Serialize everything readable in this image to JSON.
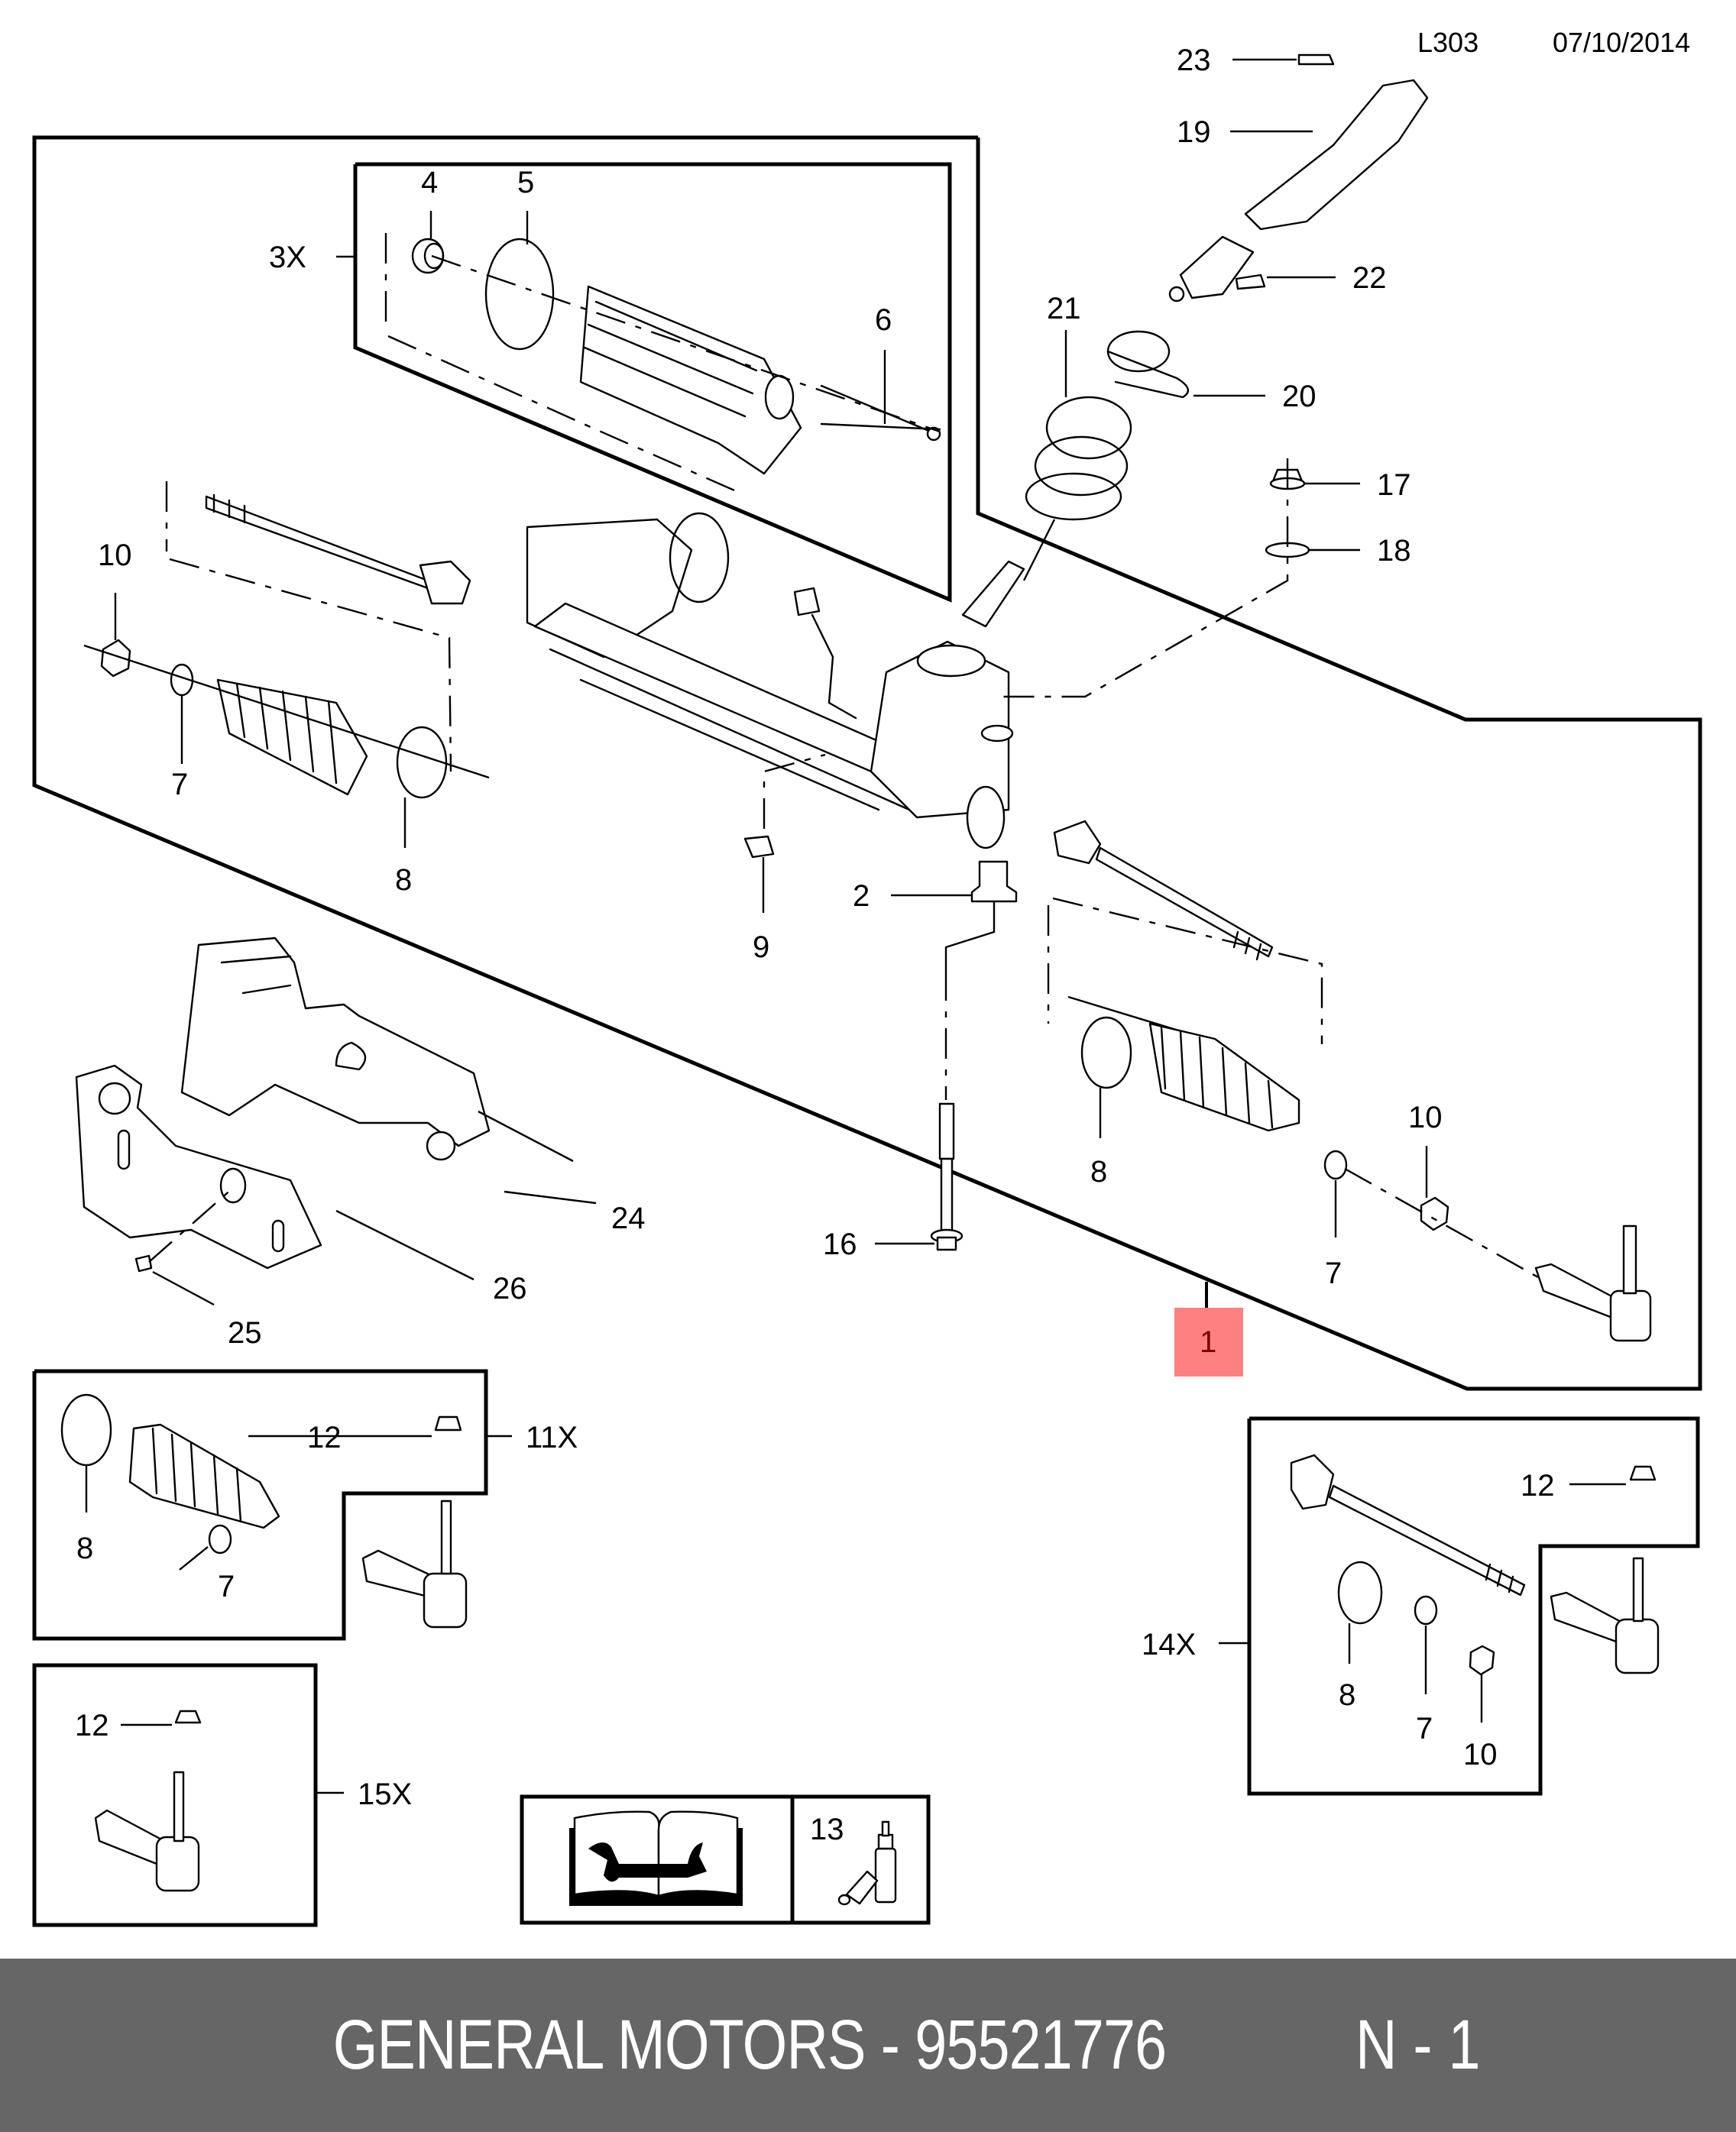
{
  "header": {
    "diagram_code": "L303",
    "date": "07/10/2014"
  },
  "highlight": {
    "part_number": "1",
    "color": "#ff8080",
    "text_color": "#7a0000"
  },
  "callouts": {
    "c1": "1",
    "c2": "2",
    "c3x": "3X",
    "c4": "4",
    "c5": "5",
    "c6": "6",
    "c7a": "7",
    "c7b": "7",
    "c7c": "7",
    "c7d": "7",
    "c8a": "8",
    "c8b": "8",
    "c8c": "8",
    "c8d": "8",
    "c9": "9",
    "c10a": "10",
    "c10b": "10",
    "c10c": "10",
    "c11x": "11X",
    "c12a": "12",
    "c12b": "12",
    "c12c": "12",
    "c13": "13",
    "c14x": "14X",
    "c15x": "15X",
    "c16": "16",
    "c17": "17",
    "c18": "18",
    "c19": "19",
    "c20": "20",
    "c21": "21",
    "c22": "22",
    "c23": "23",
    "c24": "24",
    "c25": "25",
    "c26": "26"
  },
  "legend": {
    "service_manual_icon": "book-wrench-icon",
    "adhesive_icon": "adhesive-bottle-icon",
    "adhesive_part": "13"
  },
  "footer": {
    "text": "GENERAL MOTORS - 95521776",
    "suffix": "N - 1",
    "background": "#666666"
  }
}
